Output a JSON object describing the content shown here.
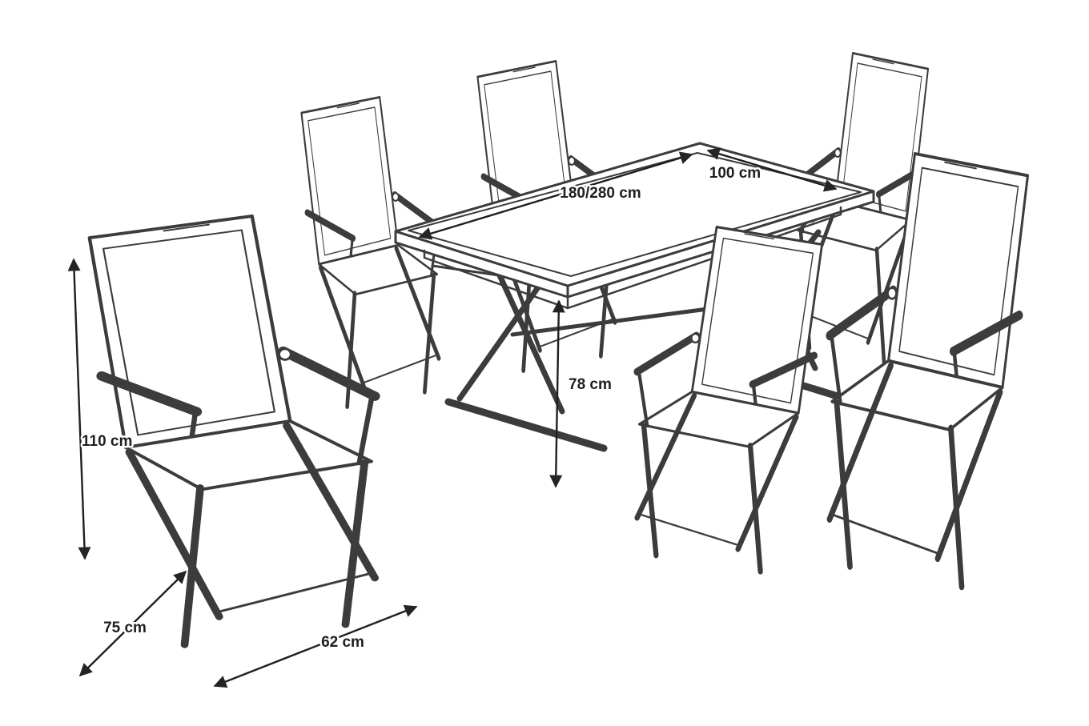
{
  "diagram": {
    "line_color": "#3c3c3c",
    "text_color": "#1f1f1f",
    "background": "#ffffff",
    "dimensions": {
      "table_length": "180/280 cm",
      "table_depth": "100 cm",
      "table_height": "78 cm",
      "chair_height": "110 cm",
      "chair_depth": "75 cm",
      "chair_width": "62 cm"
    }
  }
}
